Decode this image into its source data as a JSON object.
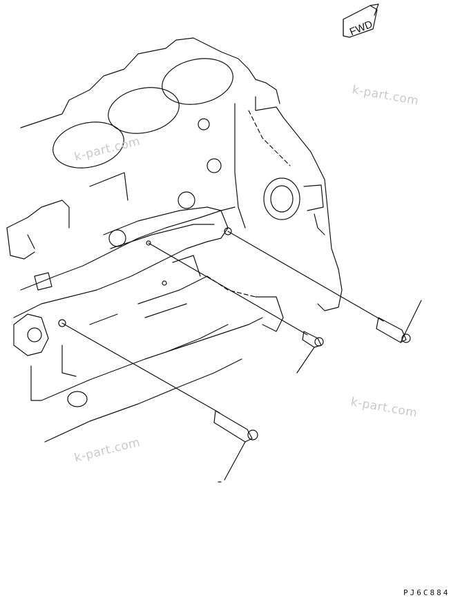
{
  "fwd_label": "FWD",
  "watermarks": [
    "k-part.com",
    "k-part.com",
    "k-part.com",
    "k-part.com"
  ],
  "figure_code": "PJ6C884",
  "colors": {
    "line": "#111111",
    "watermark": "#c9c9c9",
    "background": "#ffffff"
  }
}
